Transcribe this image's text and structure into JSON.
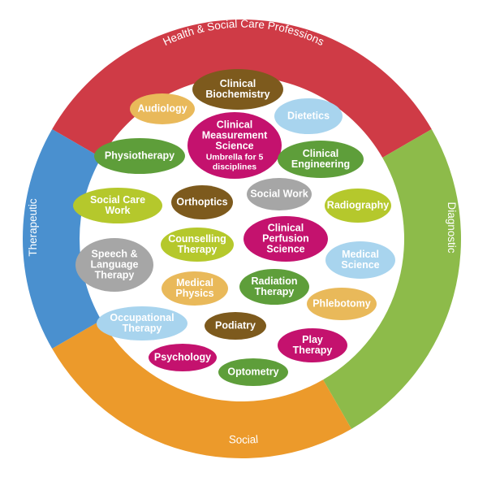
{
  "ring": {
    "top_label": "Health & Social Care Professions",
    "left_label": "Therapeutic",
    "right_label": "Diagnostic",
    "bottom_label": "Social"
  },
  "colors": {
    "red": "#cf3b46",
    "blue": "#4a90cf",
    "green": "#8dbb4a",
    "orange": "#ec9a2b",
    "magenta": "#c4126e",
    "brown": "#7d5a1d",
    "bright_green": "#5e9e3a",
    "light_blue": "#a8d4ee",
    "grey": "#a6a6a6",
    "lime": "#b5c82c",
    "gold": "#e9b95a"
  },
  "professions": [
    {
      "id": "clinical-biochemistry",
      "lines": [
        "Clinical",
        "Biochemistry"
      ],
      "color": "brown",
      "text_color": "#ffffff"
    },
    {
      "id": "audiology",
      "lines": [
        "Audiology"
      ],
      "color": "gold",
      "text_color": "#ffffff"
    },
    {
      "id": "dietetics",
      "lines": [
        "Dietetics"
      ],
      "color": "light_blue",
      "text_color": "#ffffff"
    },
    {
      "id": "clinical-measurement-science",
      "lines": [
        "Clinical",
        "Measurement",
        "Science"
      ],
      "sub_lines": [
        "Umbrella for 5",
        "disciplines"
      ],
      "color": "magenta",
      "text_color": "#ffffff"
    },
    {
      "id": "physiotherapy",
      "lines": [
        "Physiotherapy"
      ],
      "color": "bright_green",
      "text_color": "#ffffff"
    },
    {
      "id": "clinical-engineering",
      "lines": [
        "Clinical",
        "Engineering"
      ],
      "color": "bright_green",
      "text_color": "#ffffff"
    },
    {
      "id": "social-care-work",
      "lines": [
        "Social Care",
        "Work"
      ],
      "color": "lime",
      "text_color": "#ffffff"
    },
    {
      "id": "orthoptics",
      "lines": [
        "Orthoptics"
      ],
      "color": "brown",
      "text_color": "#ffffff"
    },
    {
      "id": "social-work",
      "lines": [
        "Social Work"
      ],
      "color": "grey",
      "text_color": "#ffffff"
    },
    {
      "id": "radiography",
      "lines": [
        "Radiography"
      ],
      "color": "lime",
      "text_color": "#ffffff"
    },
    {
      "id": "clinical-perfusion-science",
      "lines": [
        "Clinical",
        "Perfusion",
        "Science"
      ],
      "color": "magenta",
      "text_color": "#ffffff"
    },
    {
      "id": "speech-language-therapy",
      "lines": [
        "Speech &",
        "Language",
        "Therapy"
      ],
      "color": "grey",
      "text_color": "#ffffff"
    },
    {
      "id": "counselling-therapy",
      "lines": [
        "Counselling",
        "Therapy"
      ],
      "color": "lime",
      "text_color": "#ffffff"
    },
    {
      "id": "medical-science",
      "lines": [
        "Medical",
        "Science"
      ],
      "color": "light_blue",
      "text_color": "#ffffff"
    },
    {
      "id": "medical-physics",
      "lines": [
        "Medical",
        "Physics"
      ],
      "color": "gold",
      "text_color": "#ffffff"
    },
    {
      "id": "radiation-therapy",
      "lines": [
        "Radiation",
        "Therapy"
      ],
      "color": "bright_green",
      "text_color": "#ffffff"
    },
    {
      "id": "phlebotomy",
      "lines": [
        "Phlebotomy"
      ],
      "color": "gold",
      "text_color": "#ffffff"
    },
    {
      "id": "occupational-therapy",
      "lines": [
        "Occupational",
        "Therapy"
      ],
      "color": "light_blue",
      "text_color": "#ffffff"
    },
    {
      "id": "podiatry",
      "lines": [
        "Podiatry"
      ],
      "color": "brown",
      "text_color": "#ffffff"
    },
    {
      "id": "play-therapy",
      "lines": [
        "Play",
        "Therapy"
      ],
      "color": "magenta",
      "text_color": "#ffffff"
    },
    {
      "id": "psychology",
      "lines": [
        "Psychology"
      ],
      "color": "magenta",
      "text_color": "#ffffff"
    },
    {
      "id": "optometry",
      "lines": [
        "Optometry"
      ],
      "color": "bright_green",
      "text_color": "#ffffff"
    }
  ]
}
